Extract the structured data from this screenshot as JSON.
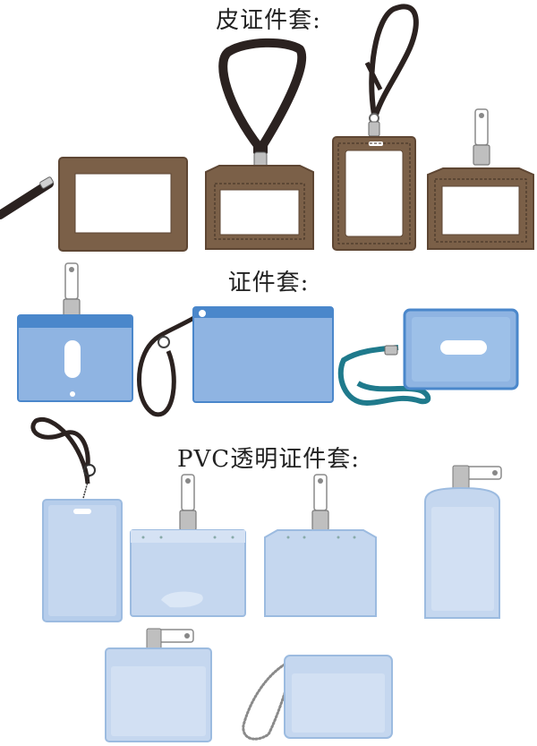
{
  "sections": {
    "leather": {
      "title": "皮证件套:"
    },
    "card": {
      "title": "证件套:"
    },
    "pvc": {
      "title": "PVC透明证件套:"
    }
  },
  "colors": {
    "leather": "#7b6048",
    "leather_dark": "#5e4633",
    "lanyard": "#2b2220",
    "blue_solid": "#8fb4e2",
    "blue_edge": "#4a87cb",
    "pvc_fill": "#c5d7ef",
    "pvc_edge": "#9cbbe0",
    "teal_lanyard": "#1f7a8c",
    "clip_metal": "#bfbfbf"
  }
}
